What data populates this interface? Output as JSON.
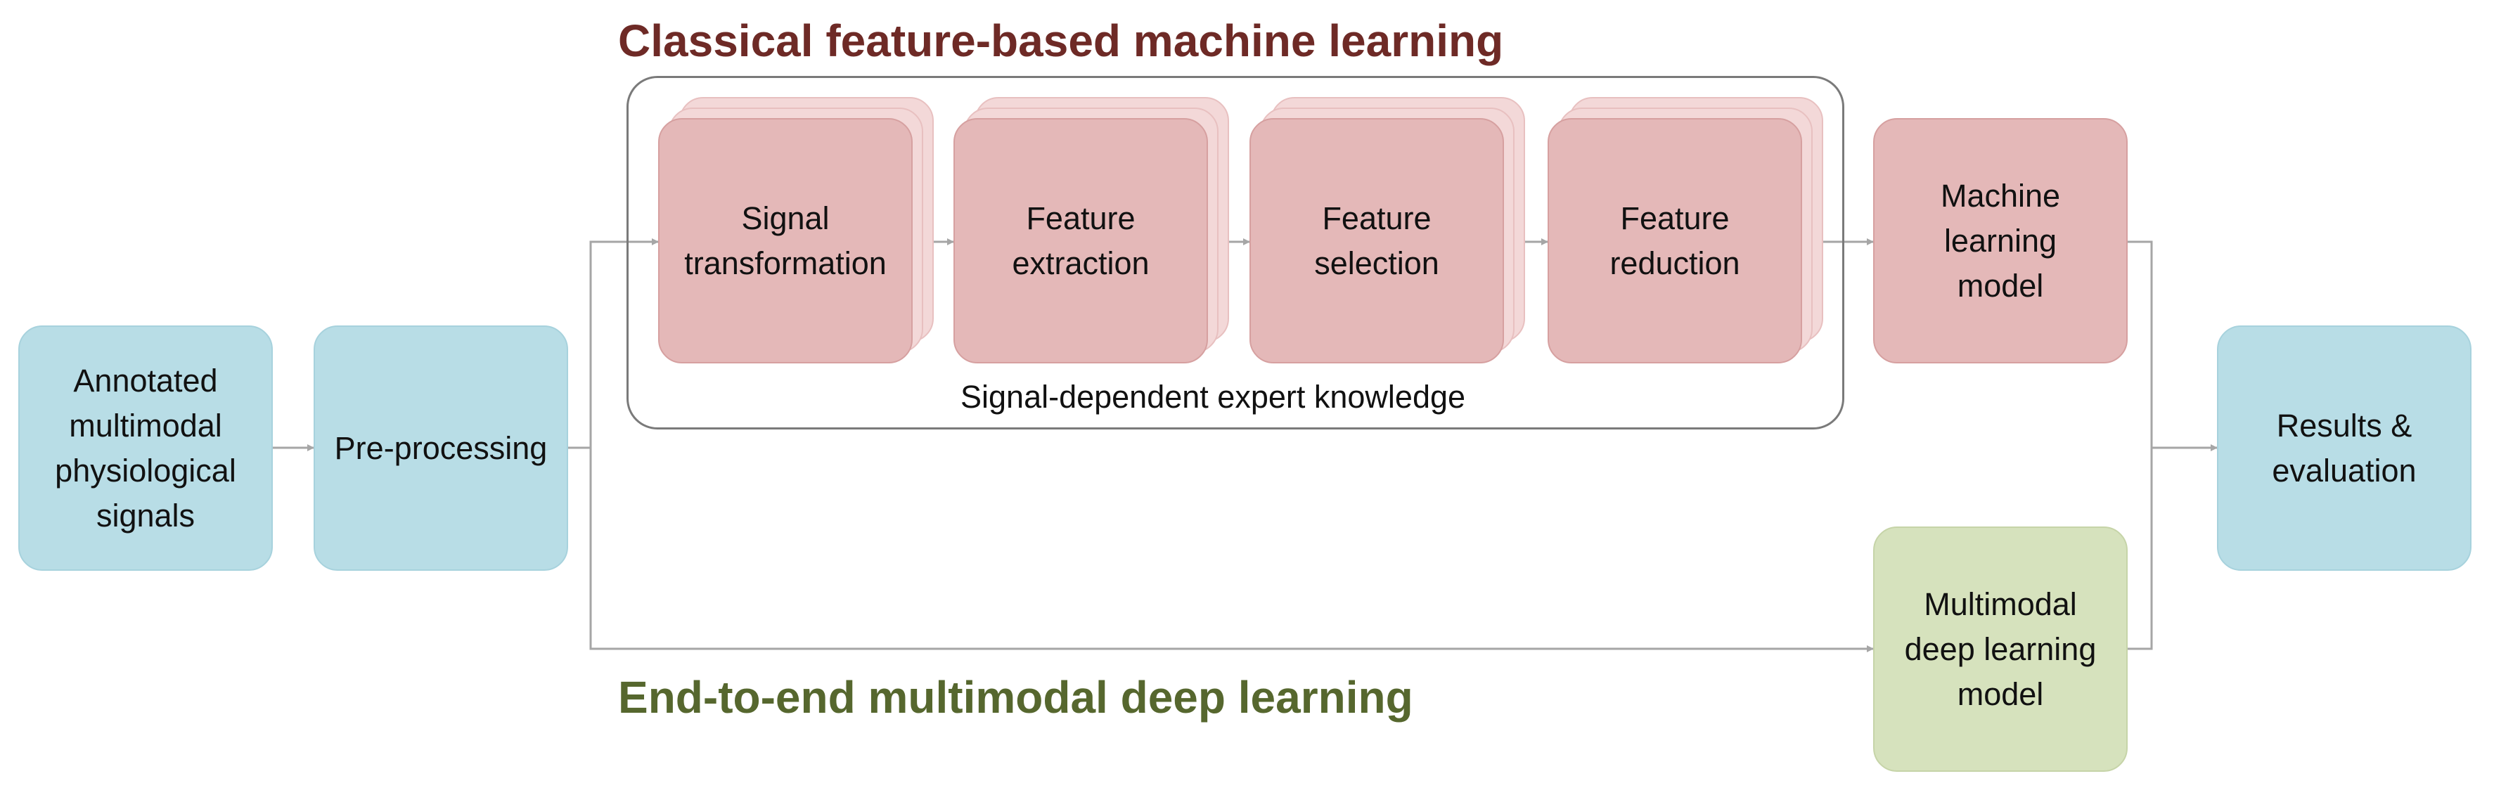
{
  "headings": {
    "classical": "Classical feature-based machine learning",
    "deep": "End-to-end multimodal deep learning"
  },
  "group_caption": "Signal-dependent expert knowledge",
  "nodes": {
    "annotated_signals": "Annotated\nmultimodal\nphysiological\nsignals",
    "preprocessing": "Pre-processing",
    "signal_transformation": "Signal\ntransformation",
    "feature_extraction": "Feature\nextraction",
    "feature_selection": "Feature\nselection",
    "feature_reduction": "Feature\nreduction",
    "ml_model": "Machine\nlearning\nmodel",
    "deep_model": "Multimodal\ndeep learning\nmodel",
    "results": "Results &\nevaluation"
  },
  "colors": {
    "input_output_fill": "#b8dde6",
    "classical_fill": "#e4b8b8",
    "deep_fill": "#d6e2bd",
    "classical_heading": "#6e2a26",
    "deep_heading": "#56672e",
    "connector": "#a6a6a6",
    "frame": "#7a7a7a"
  }
}
